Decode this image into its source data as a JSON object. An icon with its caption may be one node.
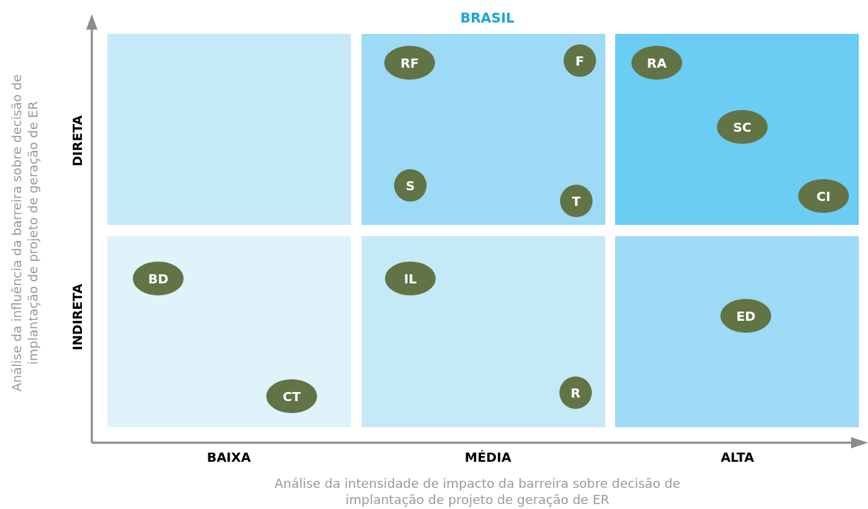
{
  "diagram": {
    "title": "BRASIL",
    "nodes": [
      {
        "text": [],
        "shape": "box"
      },
      {
        "text": [],
        "shape": "box"
      },
      {
        "text": [
          "RF"
        ],
        "in": 1
      },
      {
        "text": [
          "F"
        ],
        "in": 1
      },
      {
        "text": [
          "S"
        ],
        "in": 1
      },
      {
        "text": [
          "T"
        ],
        "in": 1
      },
      {
        "text": [],
        "shape": "box"
      },
      {
        "text": [
          "RA"
        ],
        "in": 6
      },
      {
        "text": [
          "SC"
        ],
        "in": 6
      },
      {
        "text": [
          "CI"
        ],
        "in": 6
      },
      {
        "text": [],
        "shape": "box"
      },
      {
        "text": [
          "BD"
        ],
        "in": 10
      },
      {
        "text": [
          "CT"
        ],
        "in": 10
      },
      {
        "text": [],
        "shape": "box"
      },
      {
        "text": [
          "IL"
        ],
        "in": 13
      },
      {
        "text": [
          "R"
        ],
        "in": 13
      },
      {
        "text": [],
        "shape": "box"
      },
      {
        "text": [
          "ED"
        ],
        "in": 16
      }
    ],
    "labels": [
      "Análise da influência da barreira sobre decisão de implantação de projeto de geração de ER",
      "DIRETA",
      "INDIRETA",
      "BAIXA",
      "MÉDIA",
      "ALTA",
      "Análise da intensidade de impacto da barreira sobre decisão de implantação de projeto de geração de ER"
    ]
  }
}
